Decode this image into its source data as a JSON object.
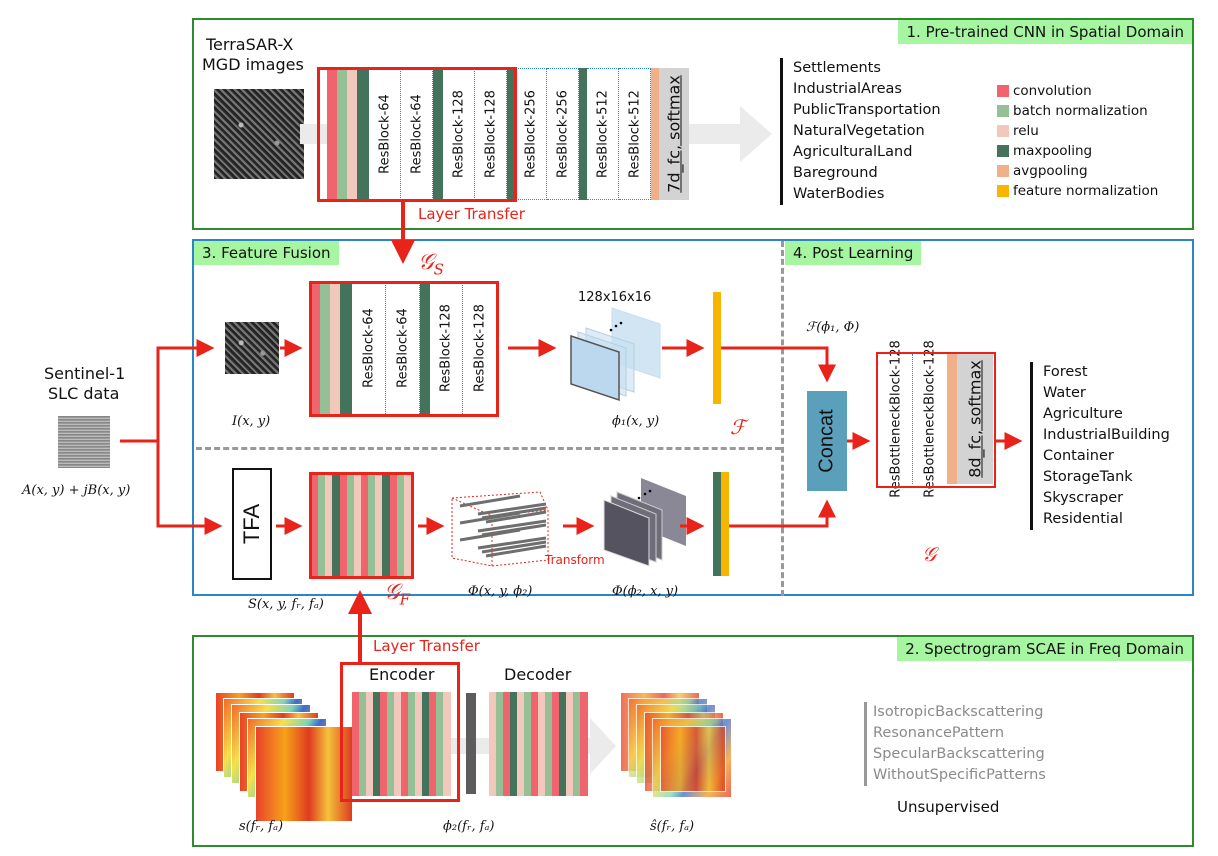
{
  "colors": {
    "convolution": "#f0646e",
    "batch_normalization": "#95c095",
    "relu": "#f1c8bb",
    "maxpooling": "#43735a",
    "avgpooling": "#efb08a",
    "feature_normalization": "#f8b500",
    "accent_red": "#e8231a",
    "concat": "#5ba0bb",
    "panel_title_bg": "#a6f5a0"
  },
  "panel1": {
    "title": "1. Pre-trained CNN in Spatial Domain",
    "input_label_line1": "TerraSAR-X",
    "input_label_line2": "MGD images",
    "blocks": [
      "ResBlock-64",
      "ResBlock-64",
      "ResBlock-128",
      "ResBlock-128",
      "ResBlock-256",
      "ResBlock-256",
      "ResBlock-512",
      "ResBlock-512"
    ],
    "fc_label": "7d_fc, softmax",
    "layer_transfer": "Layer Transfer",
    "classes": [
      "Settlements",
      "IndustrialAreas",
      "PublicTransportation",
      "NaturalVegetation",
      "AgriculturalLand",
      "Bareground",
      "WaterBodies"
    ],
    "legend": [
      {
        "key": "convolution",
        "label": "convolution"
      },
      {
        "key": "batch_normalization",
        "label": "batch normalization"
      },
      {
        "key": "relu",
        "label": "relu"
      },
      {
        "key": "maxpooling",
        "label": "maxpooling"
      },
      {
        "key": "avgpooling",
        "label": "avgpooling"
      },
      {
        "key": "feature_normalization",
        "label": "feature normalization"
      }
    ]
  },
  "input": {
    "label_line1": "Sentinel-1",
    "label_line2": "SLC data",
    "formula": "A(x, y) + jB(x, y)"
  },
  "panel3": {
    "title": "3. Feature Fusion",
    "gs_label": "𝒢",
    "gs_sub": "S",
    "gf_label": "𝒢",
    "gf_sub": "F",
    "image_label": "I(x, y)",
    "blocks": [
      "ResBlock-64",
      "ResBlock-64",
      "ResBlock-128",
      "ResBlock-128"
    ],
    "feature_dims": "128x16x16",
    "phi1_label": "ϕ₁(x, y)",
    "fusion_symbol": "ℱ",
    "tfa_label": "TFA",
    "s_label": "S(x, y, fᵣ, fₐ)",
    "phi_cube_label": "Φ(x, y, ϕ₂)",
    "transform_label": "Transform",
    "phi_transformed_label": "Φ(ϕ₂, x, y)"
  },
  "panel4": {
    "title": "4. Post Learning",
    "fusion_formula": "ℱ(ϕ₁, Φ)",
    "concat_label": "Concat",
    "blocks": [
      "ResBottleneckBlock-128",
      "ResBottleneckBlock-128"
    ],
    "fc_label": "8d_fc, softmax",
    "g_label": "𝒢",
    "classes": [
      "Forest",
      "Water",
      "Agriculture",
      "IndustrialBuilding",
      "Container",
      "StorageTank",
      "Skyscraper",
      "Residential"
    ]
  },
  "panel2": {
    "title": "2. Spectrogram SCAE in Freq Domain",
    "layer_transfer": "Layer Transfer",
    "encoder_label": "Encoder",
    "decoder_label": "Decoder",
    "input_label": "s(fᵣ, fₐ)",
    "code_label": "ϕ₂(fᵣ, fₐ)",
    "output_label": "ŝ(fᵣ, fₐ)",
    "patterns": [
      "IsotropicBackscattering",
      "ResonancePattern",
      "SpecularBackscattering",
      "WithoutSpecificPatterns"
    ],
    "unsupervised_label": "Unsupervised",
    "encoder_stripes": [
      "convolution",
      "batch_normalization",
      "relu",
      "maxpooling",
      "convolution",
      "batch_normalization",
      "relu",
      "convolution",
      "batch_normalization",
      "relu",
      "maxpooling",
      "convolution",
      "batch_normalization",
      "relu"
    ],
    "decoder_stripes": [
      "relu",
      "batch_normalization",
      "convolution",
      "maxpooling",
      "relu",
      "batch_normalization",
      "convolution",
      "relu",
      "batch_normalization",
      "convolution",
      "maxpooling",
      "relu",
      "batch_normalization",
      "convolution"
    ]
  }
}
